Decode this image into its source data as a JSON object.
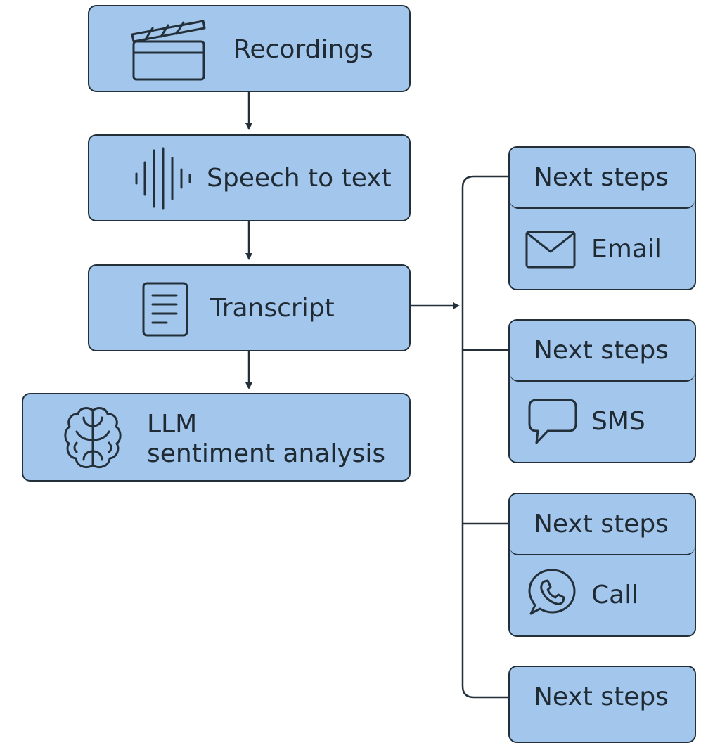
{
  "diagram": {
    "recordings": {
      "label": "Recordings",
      "icon": "clapperboard-icon"
    },
    "speech_to_text": {
      "label": "Speech to text",
      "icon": "sound-wave-icon"
    },
    "transcript": {
      "label": "Transcript",
      "icon": "document-icon"
    },
    "llm": {
      "line1": "LLM",
      "line2": "sentiment analysis",
      "icon": "brain-icon"
    },
    "next_steps": [
      {
        "header": "Next steps",
        "label": "Email",
        "icon": "envelope-icon"
      },
      {
        "header": "Next steps",
        "label": "SMS",
        "icon": "speech-bubble-icon"
      },
      {
        "header": "Next steps",
        "label": "Call",
        "icon": "phone-bubble-icon"
      },
      {
        "header": "Next steps",
        "label": "",
        "icon": ""
      }
    ]
  },
  "colors": {
    "box_fill": "#a3c6ec",
    "stroke": "#23303a",
    "text": "#1f2a33"
  }
}
